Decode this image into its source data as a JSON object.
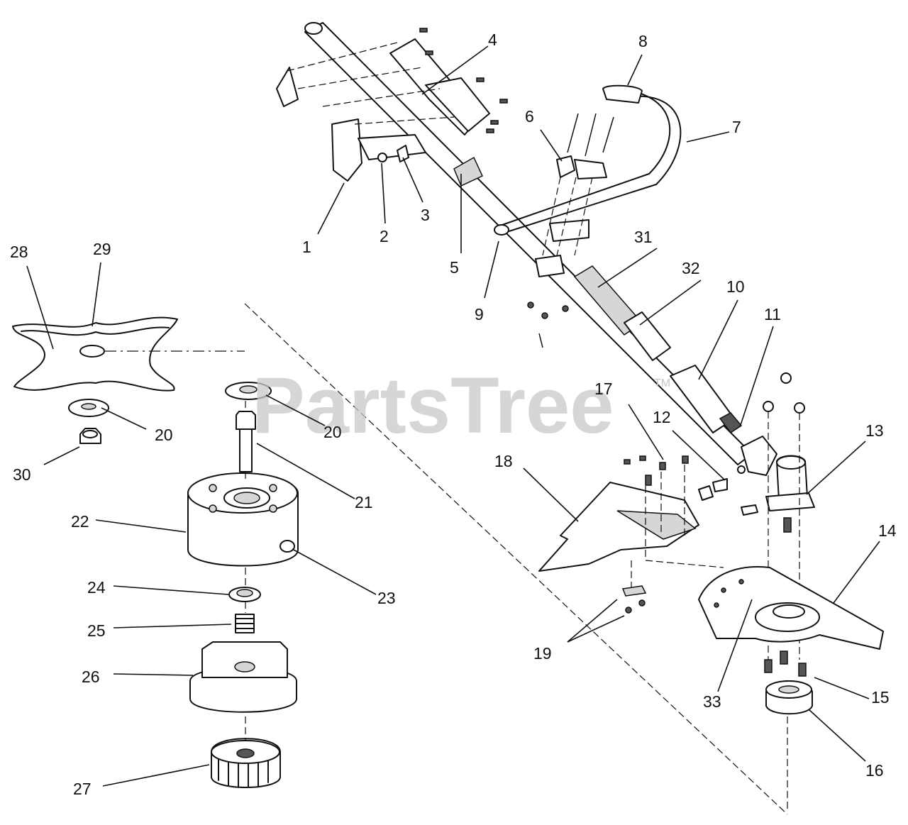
{
  "watermark": {
    "brand": "PartsTree",
    "trademark": "TM"
  },
  "callouts": [
    "1",
    "2",
    "3",
    "4",
    "5",
    "6",
    "7",
    "8",
    "9",
    "10",
    "11",
    "12",
    "13",
    "14",
    "15",
    "16",
    "17",
    "18",
    "19",
    "20",
    "20",
    "21",
    "22",
    "23",
    "24",
    "25",
    "26",
    "27",
    "28",
    "29",
    "30",
    "31",
    "32",
    "33"
  ]
}
